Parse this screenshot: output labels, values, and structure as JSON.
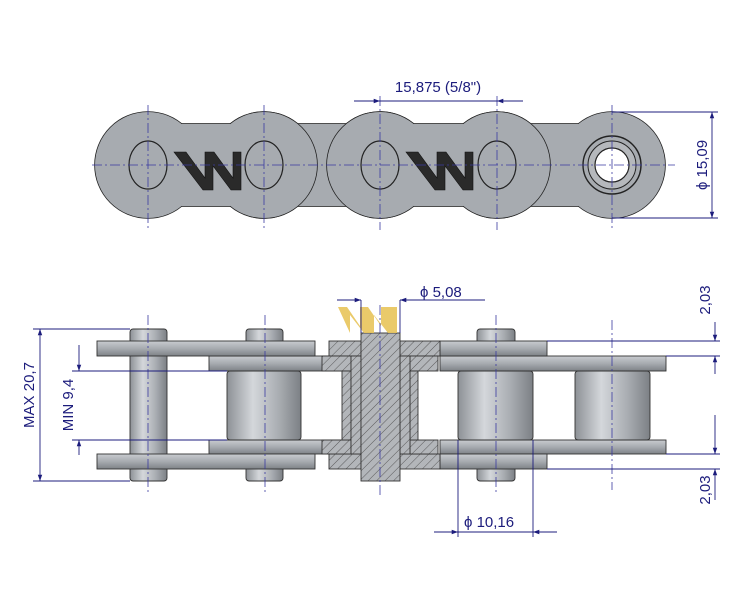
{
  "drawing": {
    "title": "Roller chain 10B-1 technical drawing",
    "colors": {
      "dimension": "#1c1c7c",
      "plate": "#a7abb0",
      "logo_top": "#222222",
      "logo_section": "#e8c45a"
    },
    "logo_text": "W",
    "dimensions": {
      "pitch": "15,875  (5/8\")",
      "plate_height": "ϕ 15,09",
      "pin_diameter": "ϕ 5,08",
      "plate_thickness_top": "2,03",
      "plate_thickness_bottom": "2,03",
      "max_width": "MAX  20,7",
      "min_inner_width": "MIN  9,4",
      "roller_diameter": "ϕ 10,16"
    }
  }
}
